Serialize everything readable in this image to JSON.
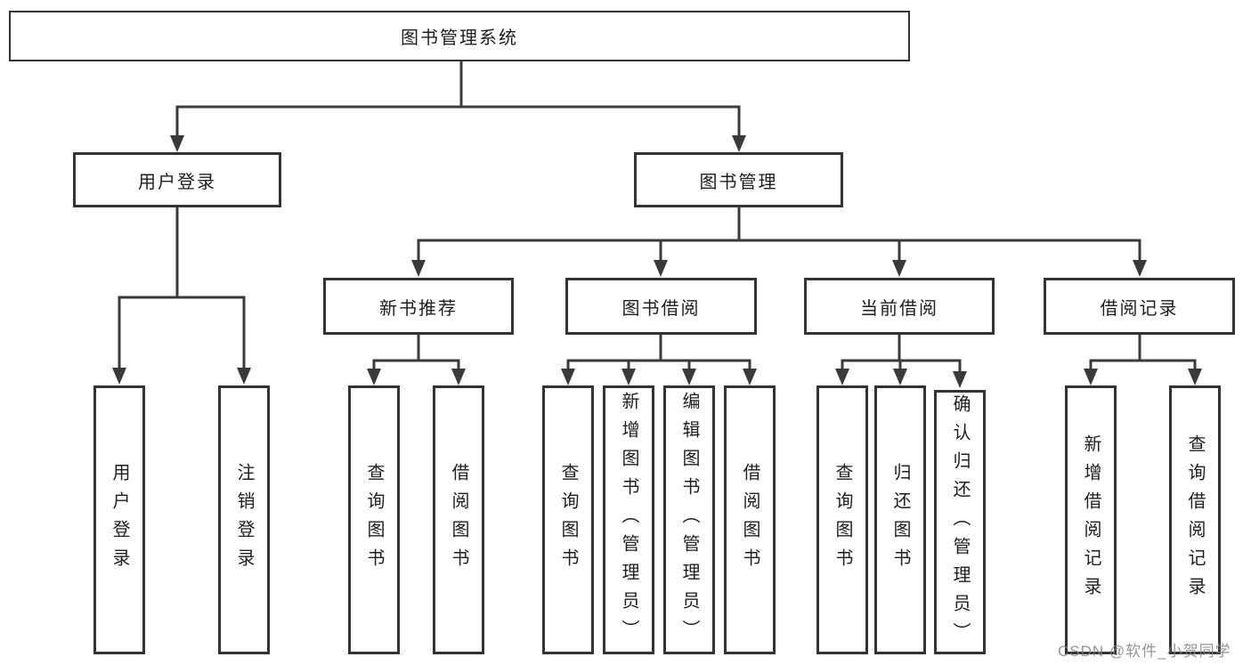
{
  "diagram": {
    "root": {
      "label": "图书管理系统"
    },
    "level2": {
      "user_login": {
        "label": "用户登录"
      },
      "book_mgmt": {
        "label": "图书管理"
      }
    },
    "groups": {
      "user_login": {
        "children": [
          {
            "label": "用户登录"
          },
          {
            "label": "注销登录"
          }
        ]
      },
      "new_books": {
        "label": "新书推荐",
        "children": [
          {
            "label": "查询图书"
          },
          {
            "label": "借阅图书"
          }
        ]
      },
      "borrow": {
        "label": "图书借阅",
        "children": [
          {
            "label": "查询图书"
          },
          {
            "label": "新增图书（管理员）"
          },
          {
            "label": "编辑图书（管理员）"
          },
          {
            "label": "借阅图书"
          }
        ]
      },
      "current": {
        "label": "当前借阅",
        "children": [
          {
            "label": "查询图书"
          },
          {
            "label": "归还图书"
          },
          {
            "label": "确认归还（管理员）"
          }
        ]
      },
      "records": {
        "label": "借阅记录",
        "children": [
          {
            "label": "新增借阅记录"
          },
          {
            "label": "查询借阅记录"
          }
        ]
      }
    }
  },
  "watermark": {
    "text": "CSDN @软件_小贺同学"
  },
  "colors": {
    "line": "#3a3a3a",
    "box_border": "#333333",
    "text": "#1e1e1e",
    "background": "#ffffff",
    "watermark": "#83878b"
  }
}
